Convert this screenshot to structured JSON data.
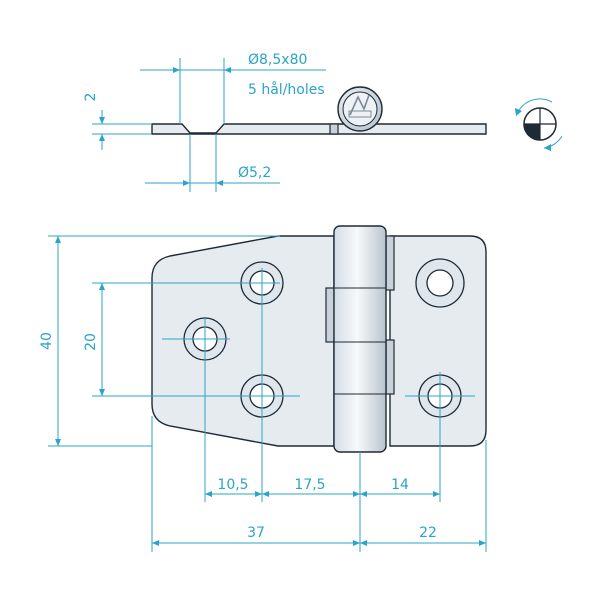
{
  "labels": {
    "pin_dim": "Ø8,5x80",
    "holes_count": "5 hål/holes",
    "hole_dim": "Ø5,2",
    "thickness": "2",
    "height": "40",
    "hole_spacing_v": "20",
    "dim_a": "10,5",
    "dim_b": "17,5",
    "dim_c": "14",
    "width_left": "37",
    "width_right": "22"
  },
  "colors": {
    "dimension": "#2aa4c8",
    "outline": "#1e2a36",
    "metal": "#e6ebf0"
  },
  "icons": {
    "projection_symbol": "first-angle-projection-icon",
    "logo": "brand-logo-icon"
  }
}
